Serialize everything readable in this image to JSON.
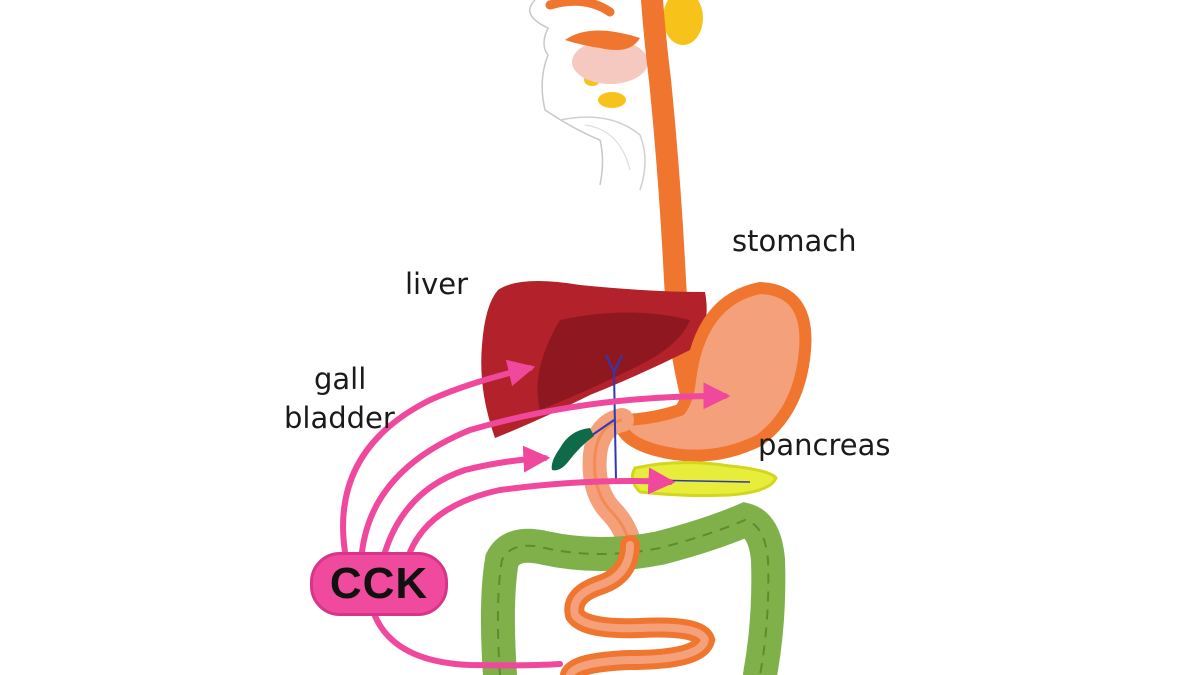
{
  "labels": {
    "stomach": "stomach",
    "liver": "liver",
    "gall_bladder_line1": "gall",
    "gall_bladder_line2": "bladder",
    "pancreas": "pancreas",
    "hormone": "CCK"
  },
  "colors": {
    "arrow": "#f0489c",
    "cck_badge": "#f04a9e",
    "liver": "#b3212a",
    "esophagus": "#f0752e",
    "stomach_fill": "#f4a07a",
    "pancreas": "#e8ec3a",
    "large_intestine": "#7fb04a",
    "gall_bladder": "#0f6a4a"
  }
}
